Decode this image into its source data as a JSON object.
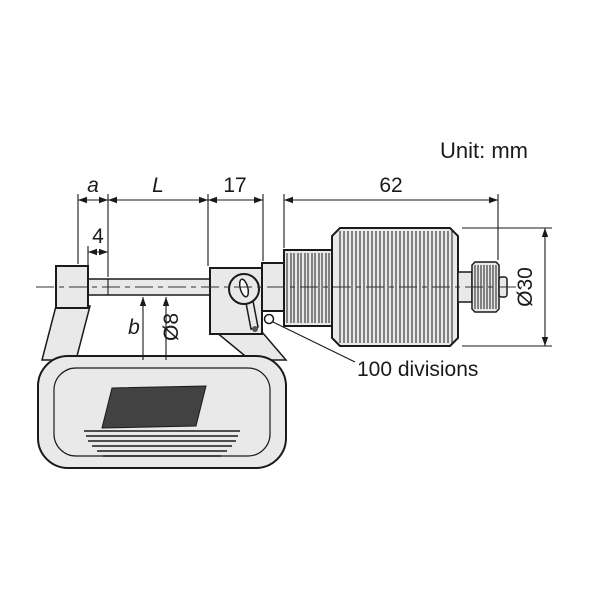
{
  "unit": {
    "label": "Unit: mm"
  },
  "dimensions": {
    "a": "a",
    "L": "L",
    "len17": "17",
    "len62": "62",
    "len4": "4",
    "b": "b",
    "dia8": "Ø8",
    "dia30": "Ø30"
  },
  "annotations": {
    "divisions": "100 divisions"
  },
  "colors": {
    "background": "#ffffff",
    "line": "#1a1a1a",
    "body_fill": "#e9e9e9",
    "plate_fill": "#424242"
  }
}
